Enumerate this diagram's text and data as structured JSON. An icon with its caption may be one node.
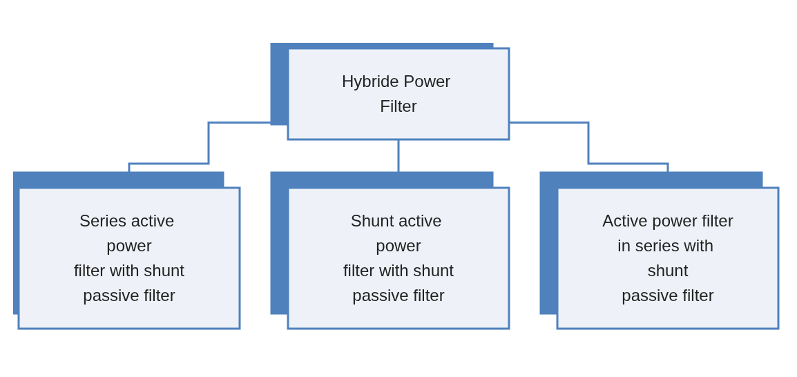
{
  "diagram": {
    "nodes": [
      {
        "text": [
          "Hybride Power Filter"
        ]
      },
      {
        "text": [
          "Series active power filter with shunt passive filter"
        ]
      },
      {
        "text": [
          "Shunt active power filter with shunt passive filter"
        ]
      },
      {
        "text": [
          "Active power filter in series with shunt passive filter"
        ]
      }
    ],
    "edges": [
      {
        "from": 0,
        "to": 1,
        "arrow": "none"
      },
      {
        "from": 0,
        "to": 2,
        "arrow": "none"
      },
      {
        "from": 0,
        "to": 3,
        "arrow": "none"
      }
    ]
  }
}
